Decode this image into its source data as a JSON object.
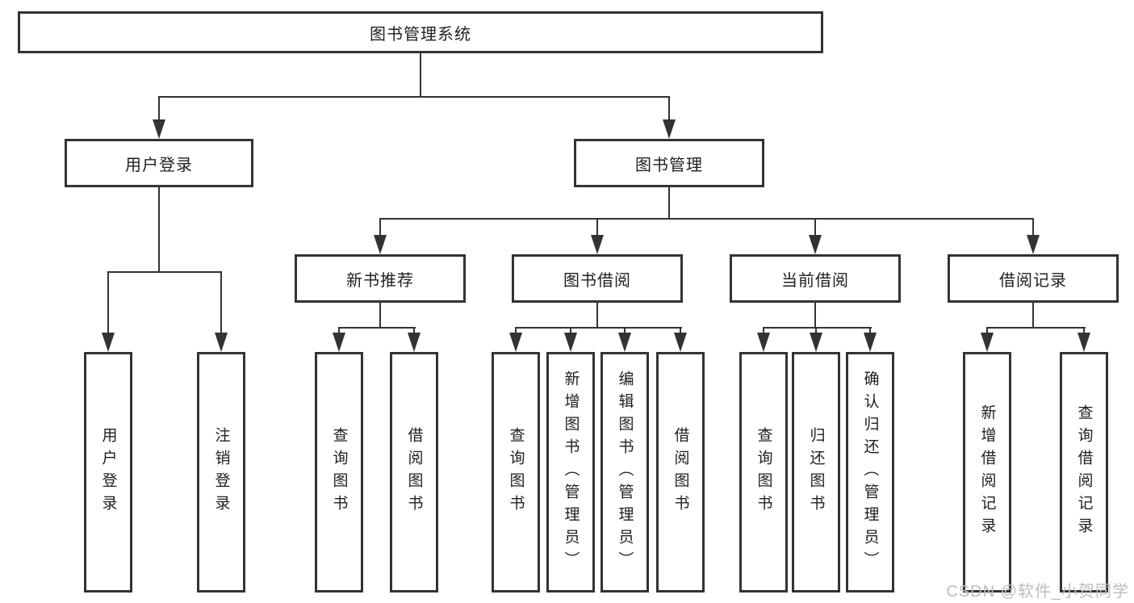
{
  "diagram": {
    "root": {
      "label": "图书管理系统"
    },
    "level2": [
      {
        "label": "用户登录"
      },
      {
        "label": "图书管理"
      }
    ],
    "level3": [
      {
        "label": "新书推荐"
      },
      {
        "label": "图书借阅"
      },
      {
        "label": "当前借阅"
      },
      {
        "label": "借阅记录"
      }
    ],
    "leaf_groups": [
      {
        "parent": "用户登录",
        "items": [
          "用户登录",
          "注销登录"
        ]
      },
      {
        "parent": "新书推荐",
        "items": [
          "查询图书",
          "借阅图书"
        ]
      },
      {
        "parent": "图书借阅",
        "items": [
          "查询图书",
          "新增图书（管理员）",
          "编辑图书（管理员）",
          "借阅图书"
        ]
      },
      {
        "parent": "当前借阅",
        "items": [
          "查询图书",
          "归还图书",
          "确认归还（管理员）"
        ]
      },
      {
        "parent": "借阅记录",
        "items": [
          "新增借阅记录",
          "查询借阅记录"
        ]
      }
    ]
  },
  "watermark": {
    "text": "CSDN @软件_小贺同学"
  },
  "colors": {
    "line": "#333333",
    "text": "#1f1f1f",
    "background": "#ffffff",
    "watermark": "#b9bdc4"
  }
}
